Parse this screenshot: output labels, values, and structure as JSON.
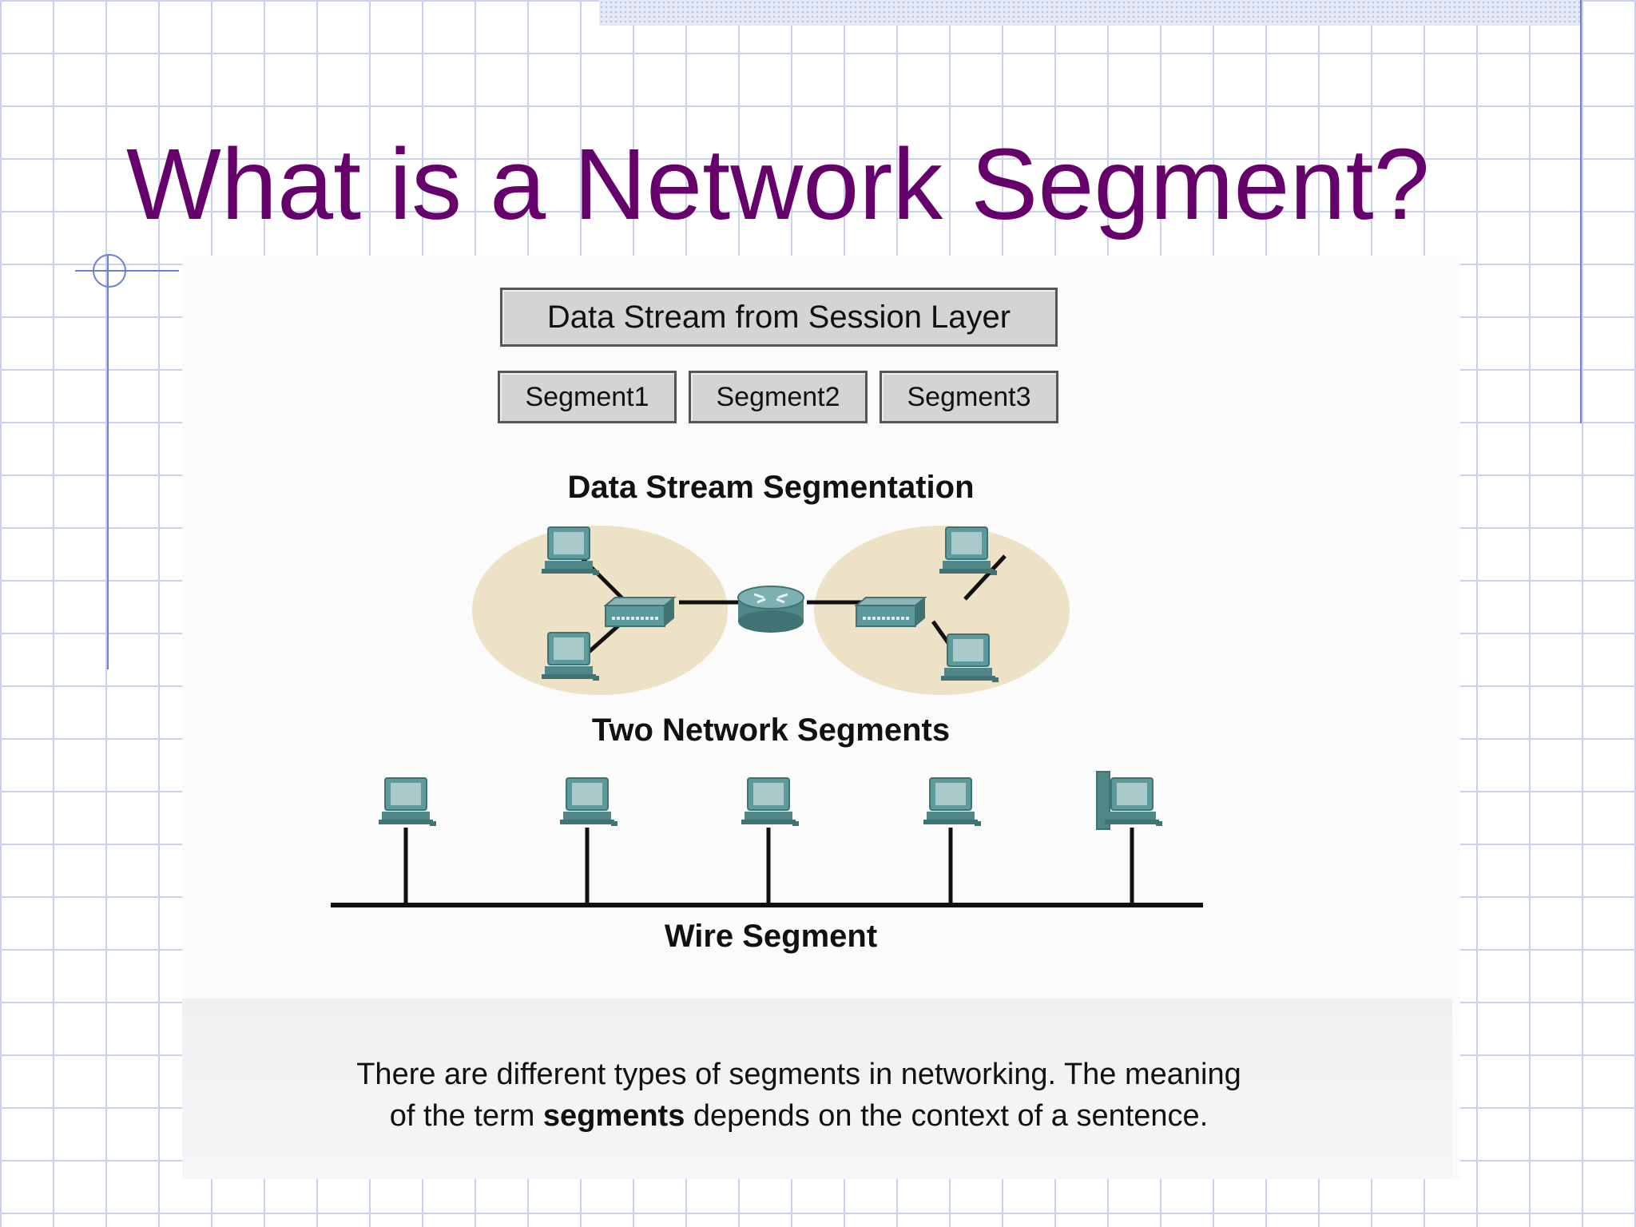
{
  "slide": {
    "title": "What is a Network Segment?"
  },
  "figure": {
    "stream_box": "Data Stream from Session Layer",
    "segments": [
      "Segment1",
      "Segment2",
      "Segment3"
    ],
    "segmentation_label": "Data Stream Segmentation",
    "network_label": "Two Network Segments",
    "wire_label": "Wire Segment"
  },
  "caption": {
    "line1": "There are different types of segments in networking. The meaning",
    "line2_pre": "of the term ",
    "line2_bold": "segments",
    "line2_post": " depends on the context of a sentence."
  },
  "colors": {
    "title": "#66006b",
    "grid": "#c9d3f0",
    "accent_line": "#6f7fd6",
    "segment_ellipse": "#ede2c6",
    "device_teal": "#5d9a9b"
  }
}
